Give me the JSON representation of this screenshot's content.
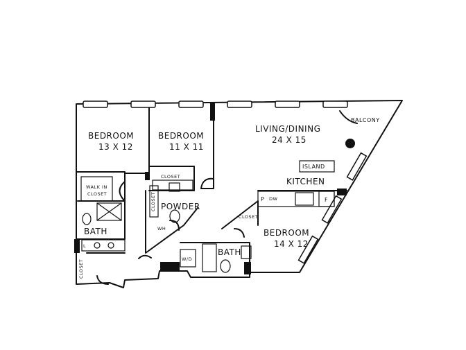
{
  "rooms": {
    "bedroom1": {
      "name": "BEDROOM",
      "dims": "13 X 12"
    },
    "bedroom2": {
      "name": "BEDROOM",
      "dims": "11 X 11"
    },
    "living": {
      "name": "LIVING/DINING",
      "dims": "24 X 15"
    },
    "balcony": {
      "name": "BALCONY"
    },
    "island": {
      "name": "ISLAND"
    },
    "kitchen": {
      "name": "KITCHEN"
    },
    "closet_bedroom2": {
      "name": "CLOSET"
    },
    "closet_vertical": {
      "name": "CLOSET"
    },
    "walk_in_closet": {
      "line1": "WALK IN",
      "line2": "CLOSET"
    },
    "powder": {
      "name": "POWDER"
    },
    "wh": {
      "name": "WH"
    },
    "bath1": {
      "name": "BATH"
    },
    "closet_entry": {
      "name": "CLOSET"
    },
    "wd": {
      "name": "W/D"
    },
    "bath2": {
      "name": "BATH"
    },
    "closet_small": {
      "name": "CLOSET"
    },
    "bedroom3": {
      "name": "BEDROOM",
      "dims": "14 X 12"
    }
  },
  "fixtures": {
    "pantry": "P",
    "dishwasher": "DW",
    "fridge": "F",
    "linen": "L"
  }
}
